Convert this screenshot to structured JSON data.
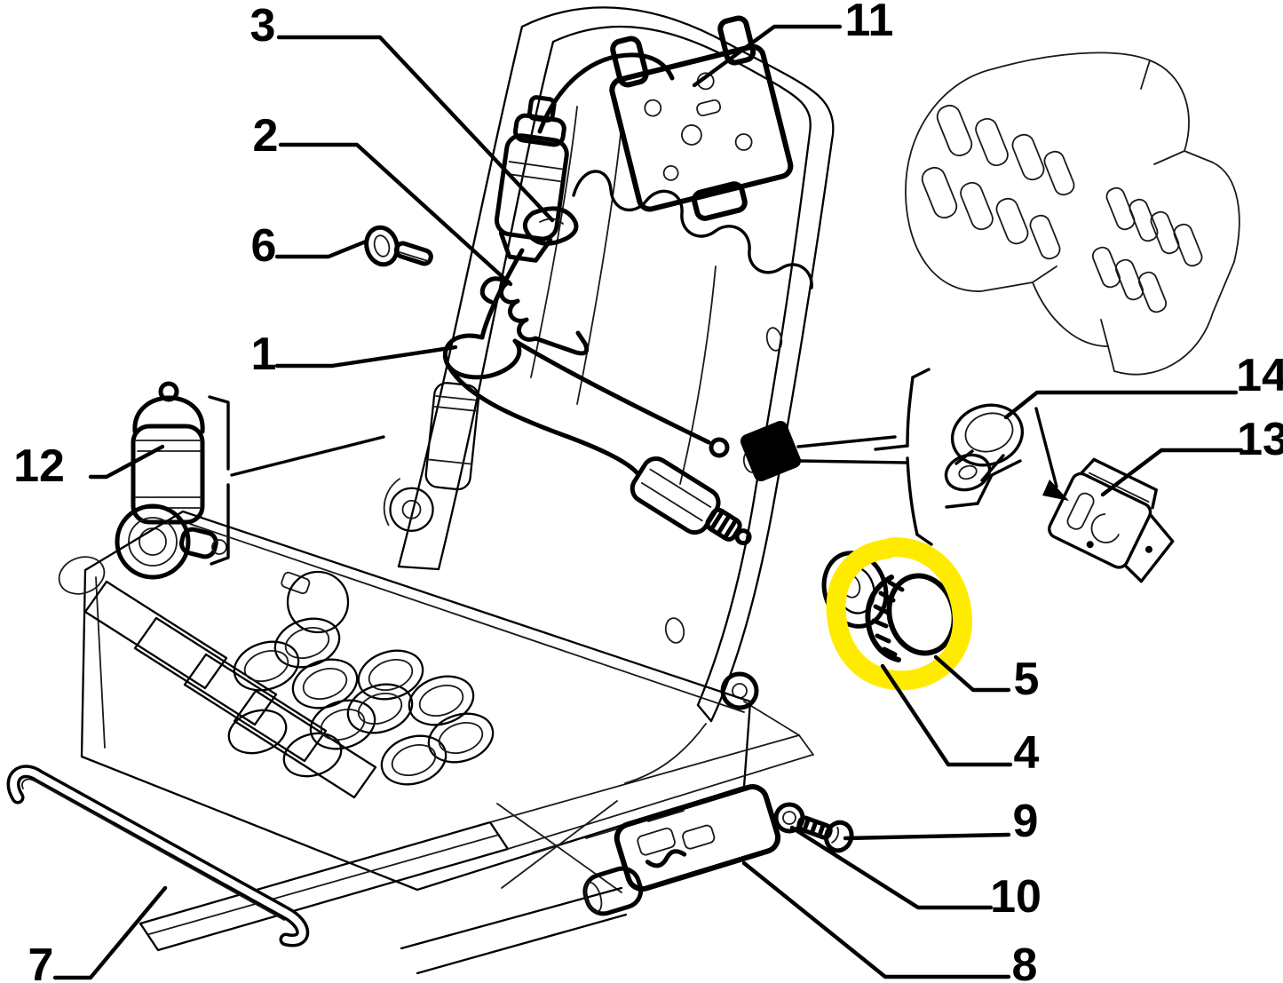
{
  "diagram": {
    "type": "exploded-parts-line-drawing",
    "background_color": "#ffffff",
    "line_color": "#000000",
    "highlight_color": "#ffeb00",
    "highlighted_callout": "5",
    "callout_numbers": [
      "1",
      "2",
      "3",
      "4",
      "5",
      "6",
      "7",
      "8",
      "9",
      "10",
      "11",
      "12",
      "13",
      "14"
    ]
  },
  "labels": {
    "1": "1",
    "2": "2",
    "3": "3",
    "4": "4",
    "5": "5",
    "6": "6",
    "7": "7",
    "8": "8",
    "9": "9",
    "10": "10",
    "11": "11",
    "12": "12",
    "13": "13",
    "14": "14"
  }
}
